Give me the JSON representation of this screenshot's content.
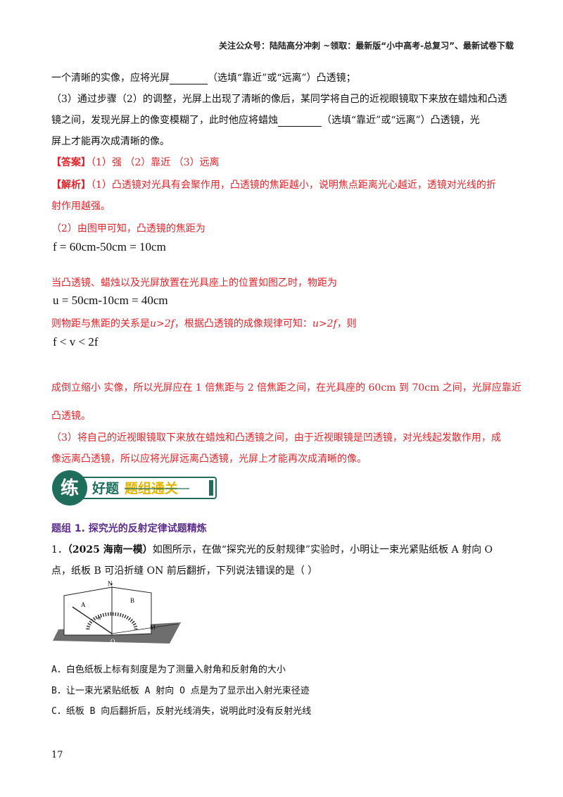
{
  "header": {
    "text": "关注公众号：陆陆高分冲刺 ~领取：最新版“小中高考-总复习”、最新试卷下载"
  },
  "q2_line": {
    "pre": "一个清晰的实像，应将光屏",
    "post": "（选填“靠近”或“远离”）凸透镜；"
  },
  "q3": {
    "line1": "（3）通过步骤（2）的调整，光屏上出现了清晰的像后，某同学将自己的近视眼镜取下来放在蜡烛和凸透",
    "line2_pre": "镜之间，发现光屏上的像变模糊了，此时他应将蜡烛",
    "line2_post": "（选填“靠近”或“远离”）凸透镜，光",
    "line3": "屏上才能再次成清晰的像。"
  },
  "answer": {
    "label": "【答案】",
    "text": "（1）强 （2）靠近 （3）远离"
  },
  "analysis": {
    "label": "【解析】",
    "p1a": "（1）凸透镜对光具有会聚作用，凸透镜的焦距越小，说明焦点距离光心越近，透镜对光线的折",
    "p1b": "射作用越强。",
    "p2": "（2）由图甲可知，凸透镜的焦距为",
    "eq1": "f = 60cm-50cm = 10cm",
    "p3": "当凸透镜、蜡烛以及光屏放置在光具座上的位置如图乙时，物距为",
    "eq2": "u = 50cm-10cm = 40cm",
    "p4a": "则物距与焦距的关系是",
    "p4b": "u>2f",
    "p4c": "，根据凸透镜的成像规律可知：",
    "p4d": "u>2f",
    "p4e": "，则",
    "eq3": "f < v < 2f",
    "p5a": "成倒立缩小  实像，所以光屏应在 1 倍焦距与 2 倍焦距之间，在光具座的 60cm 到 70cm 之间，光屏应靠近",
    "p5b": "凸透镜。",
    "p6a": "（3）将自己的近视眼镜取下来放在蜡烛和凸透镜之间，由于近视眼镜是凹透镜，对光线起发散作用，成",
    "p6b": "像远离凸透镜，所以应将光屏远离凸透镜，光屏上才能再次成清晰的像。"
  },
  "banner": {
    "char": "练",
    "t1": "好题",
    "t2": "题组通关"
  },
  "group": {
    "title": "题组 1.  探究光的反射定律试题精炼"
  },
  "q1": {
    "num": "1．",
    "source": "（2025 海南一模）",
    "line1": "如图所示，在做“探究光的反射规律”实验时，小明让一束光紧贴纸板 A 射向 O",
    "line2": "点，纸板 B 可沿折缝 ON 前后翻折，下列说法错误的是（      ）"
  },
  "figure": {
    "labels": {
      "N": "N",
      "A": "A",
      "B": "B",
      "O": "O",
      "M": "M",
      "alpha": "α"
    }
  },
  "options": [
    "A．白色纸板上标有刻度是为了测量入射角和反射角的大小",
    "B．让一束光紧贴纸板 A 射向 O 点是为了显示出入射光束径迹",
    "C．纸板 B 向后翻折后，反射光线消失，说明此时没有反射光线"
  ],
  "page_number": "17",
  "colors": {
    "red": "#e0242b",
    "purple": "#5b2c8a",
    "teal": "#1f6e5c",
    "gold": "#e3b400"
  }
}
